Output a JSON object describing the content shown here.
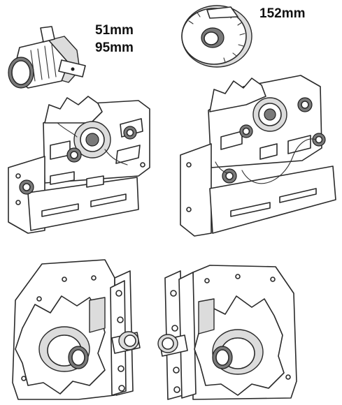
{
  "labels": {
    "small_driver_size_1": "51mm",
    "small_driver_size_2": "95mm",
    "large_driver_size": "152mm"
  }
}
